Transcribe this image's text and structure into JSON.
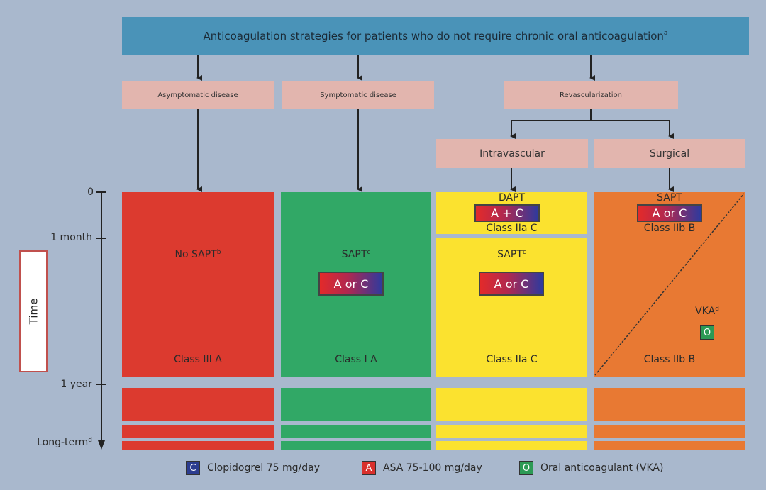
{
  "header": {
    "title": "Anticoagulation strategies for patients who do not require chronic oral anticoagulation",
    "title_sup": "a"
  },
  "categories": {
    "asymptomatic": "Asymptomatic disease",
    "symptomatic": "Symptomatic disease",
    "revascularization": "Revascularization",
    "intravascular": "Intravascular",
    "surgical": "Surgical"
  },
  "axis": {
    "title": "Time",
    "t0": "0",
    "t1": "1 month",
    "t2": "1 year",
    "t3": "Long-term",
    "t3_sup": "d"
  },
  "cols": {
    "asymptomatic": {
      "therapy": "No SAPT",
      "therapy_sup": "b",
      "class": "Class III A"
    },
    "symptomatic": {
      "therapy": "SAPT",
      "therapy_sup": "c",
      "badge": "A or C",
      "class": "Class I A"
    },
    "intravascular": {
      "early_therapy": "DAPT",
      "early_badge": "A + C",
      "early_class": "Class IIa C",
      "therapy": "SAPT",
      "therapy_sup": "c",
      "badge": "A or C",
      "class": "Class IIa C"
    },
    "surgical": {
      "early_therapy": "SAPT",
      "early_badge": "A or C",
      "early_class": "Class IIb B",
      "vka_label": "VKA",
      "vka_sup": "d",
      "vka_badge": "O",
      "class": "Class IIb B"
    }
  },
  "legend": [
    {
      "letter": "C",
      "text": "Clopidogrel 75 mg/day",
      "color": "#2b3c8f"
    },
    {
      "letter": "A",
      "text": "ASA 75-100 mg/day",
      "color": "#d8302c"
    },
    {
      "letter": "O",
      "text": "Oral anticoagulant (VKA)",
      "color": "#2c9a55"
    }
  ],
  "colors": {
    "red": "#dc3a2f",
    "green": "#31a866",
    "yellow": "#fbe22f",
    "orange": "#e87933",
    "header": "#4a93b8",
    "pink": "#e2b5ae"
  }
}
